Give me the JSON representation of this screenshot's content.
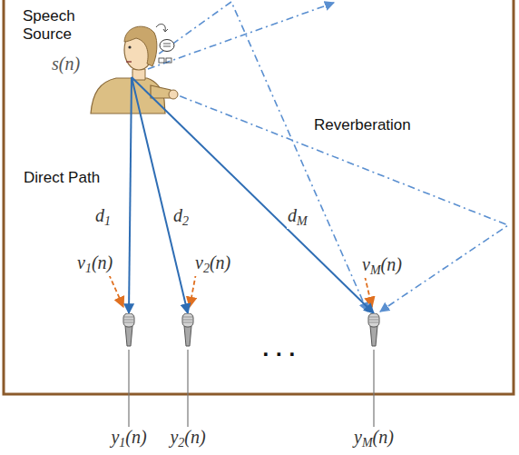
{
  "diagram": {
    "nodes": [
      {
        "text": [
          "Speech Source",
          "s(n)"
        ]
      },
      {
        "text": [
          "y1(n)"
        ]
      },
      {
        "text": [
          "y2(n)"
        ]
      },
      {
        "text": [
          "yM(n)"
        ]
      }
    ],
    "edges": [
      {
        "from": 0,
        "to": 1,
        "arrow": "to",
        "label": "d1"
      },
      {
        "from": 0,
        "to": 2,
        "arrow": "to",
        "label": "d2"
      },
      {
        "from": 0,
        "to": 3,
        "arrow": "to",
        "label": "dM"
      }
    ],
    "labels": [
      "Direct Path",
      "Reverberation",
      "v1(n)",
      "v2(n)",
      "vM(n)",
      "· · ·"
    ]
  }
}
